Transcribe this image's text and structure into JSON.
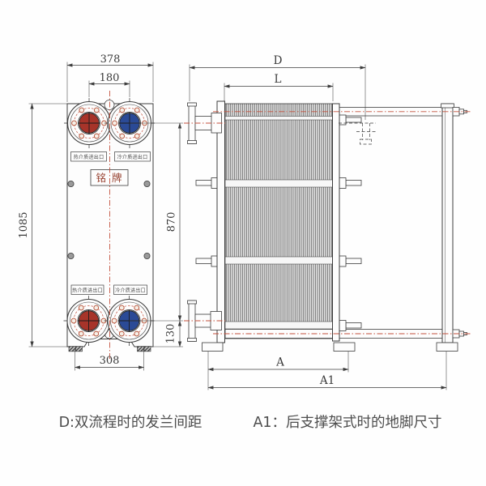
{
  "front_view": {
    "dims": {
      "width": "378",
      "port_spacing": "180",
      "height": "1085",
      "port_span": "870",
      "bottom_port_offset": "130",
      "foot_spacing": "308"
    },
    "port_labels": {
      "top_left": "热介质进出口",
      "top_right": "冷介质进出口",
      "bottom_left": "热介质进出口",
      "bottom_right": "冷介质进出口"
    },
    "nameplate": "铭牌",
    "colors": {
      "hot_port": "#a7342a",
      "cold_port": "#2b4a96",
      "centerline": "#c4513d"
    }
  },
  "side_view": {
    "dims": {
      "flange_span": "D",
      "pack_length": "L",
      "front_foot_span": "A",
      "rear_foot_span": "A1"
    }
  },
  "notes": {
    "d_note": "D:双流程时的发兰间距",
    "a1_note": "A1：后支撑架式时的地脚尺寸"
  }
}
